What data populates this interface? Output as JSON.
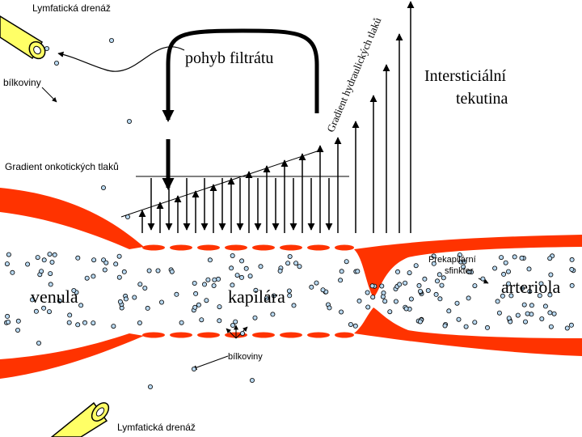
{
  "labels": {
    "lymph_top": "Lymfatická drenáž",
    "lymph_bottom": "Lymfatická drenáž",
    "proteins_top": "bílkoviny",
    "proteins_bottom": "bílkoviny",
    "filtrate_motion": "pohyb filtrátu",
    "interstitial_line1": "Intersticiální",
    "interstitial_line2": "tekutina",
    "hydraulic_gradient": "Gradient hydraulických tlaků",
    "oncotic_gradient": "Gradient onkotických tlaků",
    "venule": "venula",
    "capillary": "kapilára",
    "arteriole": "arteriola",
    "sphincter_line1": "Prekapilární",
    "sphincter_line2": "sfinkter"
  },
  "colors": {
    "vessel_wall": "#ff3300",
    "lymph_vessel": "#ffff66",
    "particle": "#b8d8f0",
    "ink": "#000000"
  },
  "icons": {
    "lymph_vessel": "lymph-vessel-icon",
    "particle": "protein-particle-icon"
  }
}
